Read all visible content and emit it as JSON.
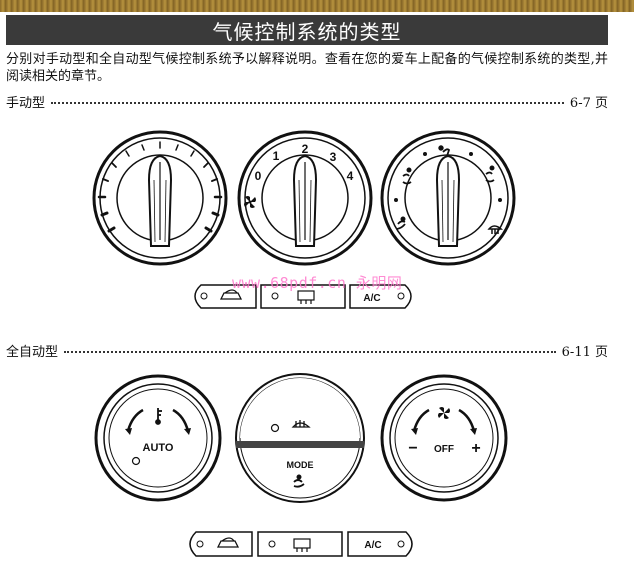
{
  "title": "气候控制系统的类型",
  "intro": "分别对手动型和全自动型气候控制系统予以解释说明。查看在您的爱车上配备的气候控制系统的类型,并阅读相关的章节。",
  "toc": [
    {
      "label": "手动型",
      "page": "6-7 页"
    },
    {
      "label": "全自动型",
      "page": "6-11 页"
    }
  ],
  "manual_panel": {
    "fan_speeds": [
      "0",
      "1",
      "2",
      "3",
      "4"
    ],
    "buttons": {
      "ac": "A/C"
    }
  },
  "auto_panel": {
    "auto_label": "AUTO",
    "mode_label": "MODE",
    "off_label": "OFF",
    "minus": "−",
    "plus": "+",
    "buttons": {
      "ac": "A/C"
    }
  },
  "watermark": "www.68pdf.cn 永明网"
}
